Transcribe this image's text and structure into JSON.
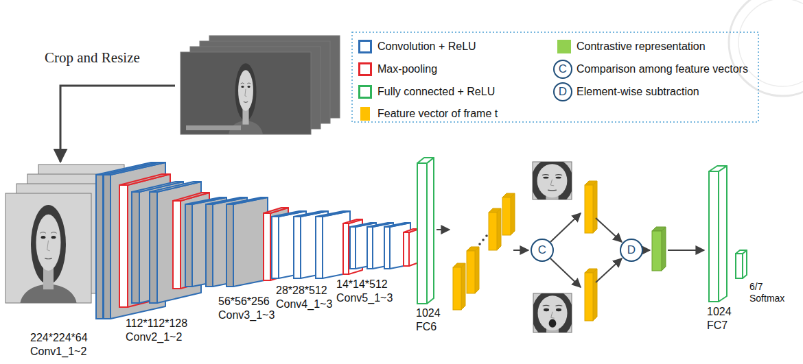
{
  "diagram": {
    "nodes": [
      {
        "text": [
          "224*224*64",
          "Conv1_1~2"
        ]
      },
      {
        "text": [
          "112*112*128",
          "Conv2_1~2"
        ]
      },
      {
        "text": [
          "56*56*256",
          "Conv3_1~3"
        ]
      },
      {
        "text": [
          "28*28*512",
          "Conv4_1~3"
        ]
      },
      {
        "text": [
          "14*14*512",
          "Conv5_1~3"
        ]
      },
      {
        "text": [
          "1024",
          "FC6"
        ]
      },
      {
        "text": [
          "C"
        ]
      },
      {
        "text": [
          "D"
        ]
      },
      {
        "text": [
          "1024",
          "FC7"
        ]
      },
      {
        "text": [
          "6/7 Softmax"
        ]
      }
    ],
    "labels": [
      "Crop and Resize",
      "C",
      "D"
    ],
    "legend": [
      {
        "text": "Convolution + ReLU"
      },
      {
        "text": "Max-pooling"
      },
      {
        "text": "Fully connected + ReLU"
      },
      {
        "text": "Feature vector of frame t",
        "color": "#ffc000"
      },
      {
        "text": "Contrastive representation",
        "color": "#92d050"
      },
      {
        "text": "Comparison among feature vectors"
      },
      {
        "text": "Element-wise subtraction"
      }
    ]
  }
}
